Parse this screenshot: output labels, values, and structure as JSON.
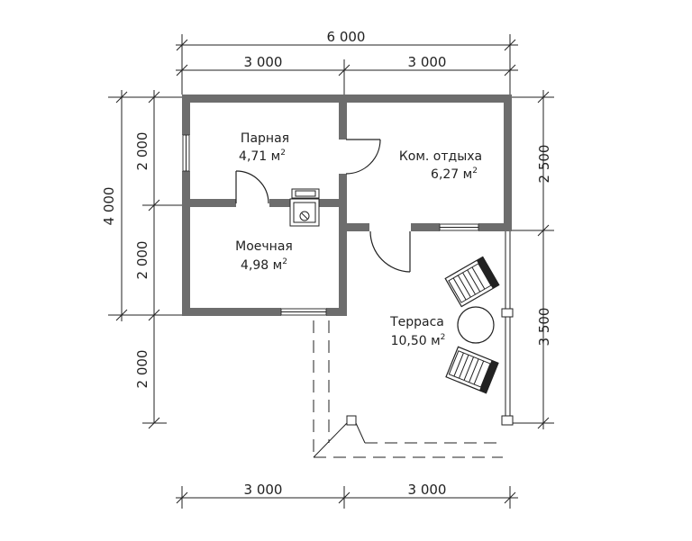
{
  "dimensions": {
    "top_total": "6 000",
    "top_left": "3 000",
    "top_right": "3 000",
    "bottom_left": "3 000",
    "bottom_right": "3 000",
    "left_total": "4 000",
    "left_upper": "2 000",
    "left_middle": "2 000",
    "left_lower": "2 000",
    "right_upper": "2 500",
    "right_lower": "3 500"
  },
  "rooms": [
    {
      "name": "Парная",
      "area": "4,71 м",
      "unit_sup": "2"
    },
    {
      "name": "Ком. отдыха",
      "area": "6,27 м",
      "unit_sup": "2"
    },
    {
      "name": "Моечная",
      "area": "4,98 м",
      "unit_sup": "2"
    },
    {
      "name": "Терраса",
      "area": "10,50 м",
      "unit_sup": "2"
    }
  ],
  "colors": {
    "wall": "#6d6d6d",
    "line": "#222222",
    "background": "#ffffff"
  }
}
